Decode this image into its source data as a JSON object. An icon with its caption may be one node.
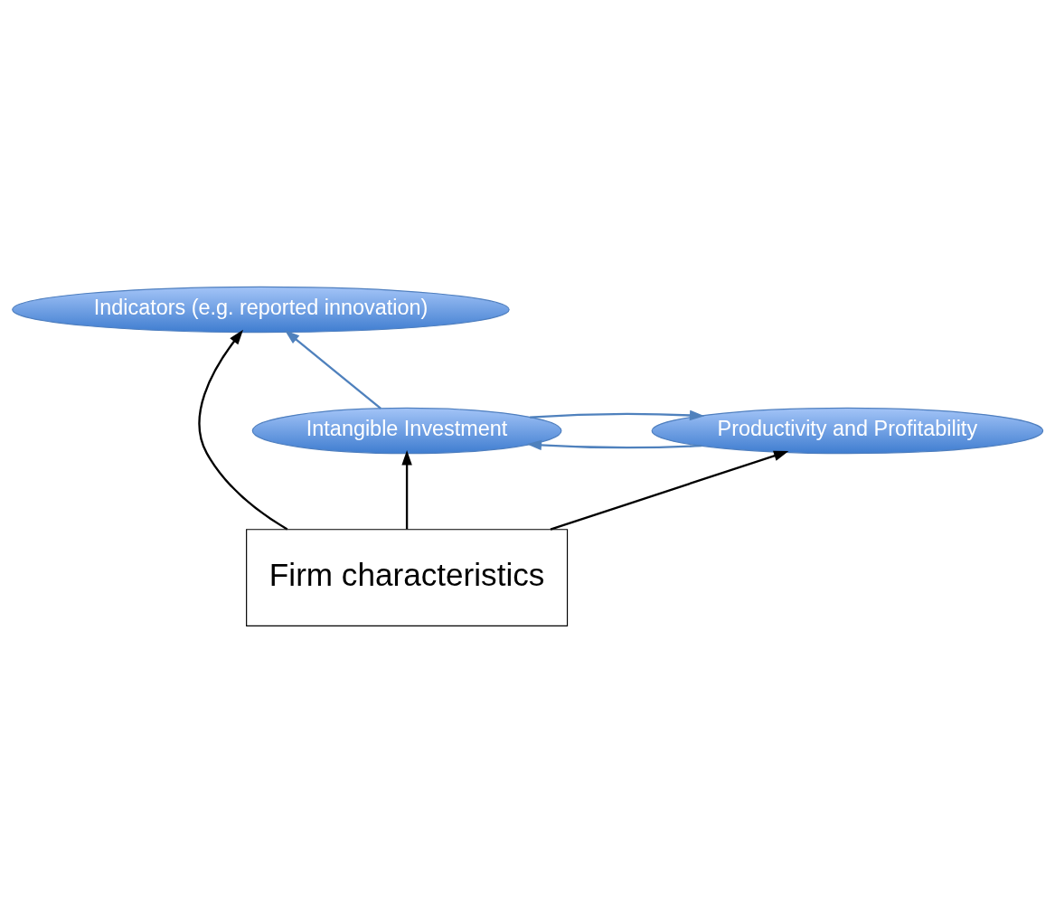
{
  "diagram": {
    "nodes": [
      {
        "text": [
          "Indicators (e.g. reported innovation)"
        ]
      },
      {
        "text": [
          "Intangible Investment"
        ]
      },
      {
        "text": [
          "Productivity and Profitability"
        ]
      },
      {
        "text": [
          "Firm characteristics"
        ]
      }
    ],
    "edges": [
      {
        "from": 1,
        "to": 0,
        "arrow": "to",
        "color": "#4f81bd"
      },
      {
        "from": 1,
        "to": 2,
        "arrow": "to",
        "color": "#4f81bd"
      },
      {
        "from": 2,
        "to": 1,
        "arrow": "to",
        "color": "#4f81bd"
      },
      {
        "from": 3,
        "to": 1,
        "arrow": "to",
        "color": "#000000"
      },
      {
        "from": 3,
        "to": 0,
        "arrow": "to",
        "color": "#000000"
      },
      {
        "from": 3,
        "to": 2,
        "arrow": "to",
        "color": "#000000"
      }
    ]
  }
}
